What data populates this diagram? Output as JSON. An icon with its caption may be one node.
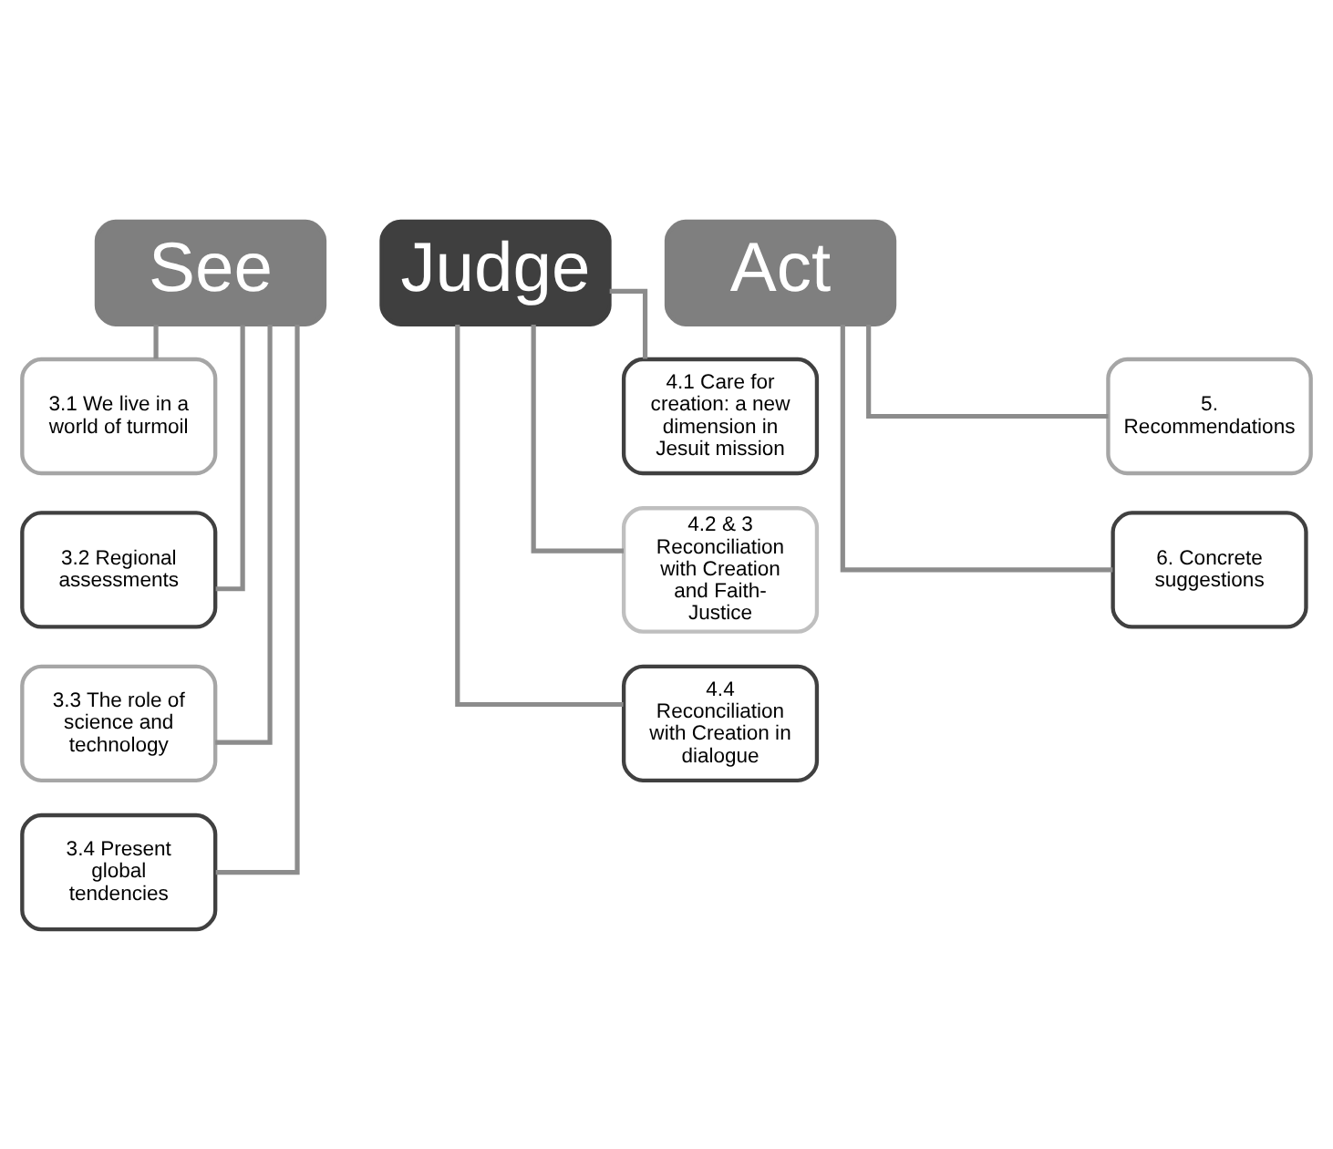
{
  "diagram": {
    "nodes": [
      {
        "text": [
          "See"
        ]
      },
      {
        "text": [
          "3.1 We live in a world of turmoil"
        ]
      },
      {
        "text": [
          "3.2 Regional assessments"
        ]
      },
      {
        "text": [
          "3.3 The role of science and technology"
        ]
      },
      {
        "text": [
          "3.4 Present global tendencies"
        ]
      },
      {
        "text": [
          "Judge"
        ]
      },
      {
        "text": [
          "4.1 Care for creation: a new dimension in Jesuit mission"
        ]
      },
      {
        "text": [
          "4.2 & 3 Reconciliation with Creation and Faith-Justice"
        ]
      },
      {
        "text": [
          "4.4 Reconciliation with Creation in dialogue"
        ]
      },
      {
        "text": [
          "Act"
        ]
      },
      {
        "text": [
          "5. Recommendations"
        ]
      },
      {
        "text": [
          "6. Concrete suggestions"
        ]
      }
    ],
    "edges": [
      {
        "from": 0,
        "to": 1,
        "arrow": "none"
      },
      {
        "from": 0,
        "to": 2,
        "arrow": "none"
      },
      {
        "from": 0,
        "to": 3,
        "arrow": "none"
      },
      {
        "from": 0,
        "to": 4,
        "arrow": "none"
      },
      {
        "from": 5,
        "to": 6,
        "arrow": "none"
      },
      {
        "from": 5,
        "to": 7,
        "arrow": "none"
      },
      {
        "from": 5,
        "to": 8,
        "arrow": "none"
      },
      {
        "from": 9,
        "to": 10,
        "arrow": "none"
      },
      {
        "from": 9,
        "to": 11,
        "arrow": "none"
      }
    ]
  }
}
